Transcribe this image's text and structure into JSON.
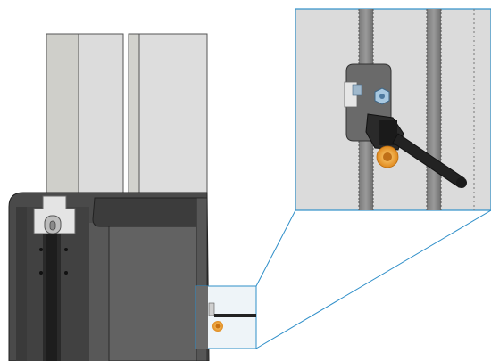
{
  "diagram": {
    "subject": "technical-assembly-illustration",
    "components": [
      {
        "name": "upper-glass-panel"
      },
      {
        "name": "lower-door-profile"
      },
      {
        "name": "vertical-seal-strip"
      },
      {
        "name": "hinge-bracket"
      },
      {
        "name": "cable-connector"
      },
      {
        "name": "zoom-callout"
      }
    ]
  },
  "colors": {
    "callout_outline": "#2f8fc9",
    "callout_fill": "#e9f1f7",
    "panel_light": "#dadada",
    "panel_mid": "#c9c9c4",
    "profile_dark": "#4e4e4e",
    "profile_darker": "#363636",
    "highlight_orange": "#f0a030",
    "nut_blue": "#a8c8e0"
  }
}
